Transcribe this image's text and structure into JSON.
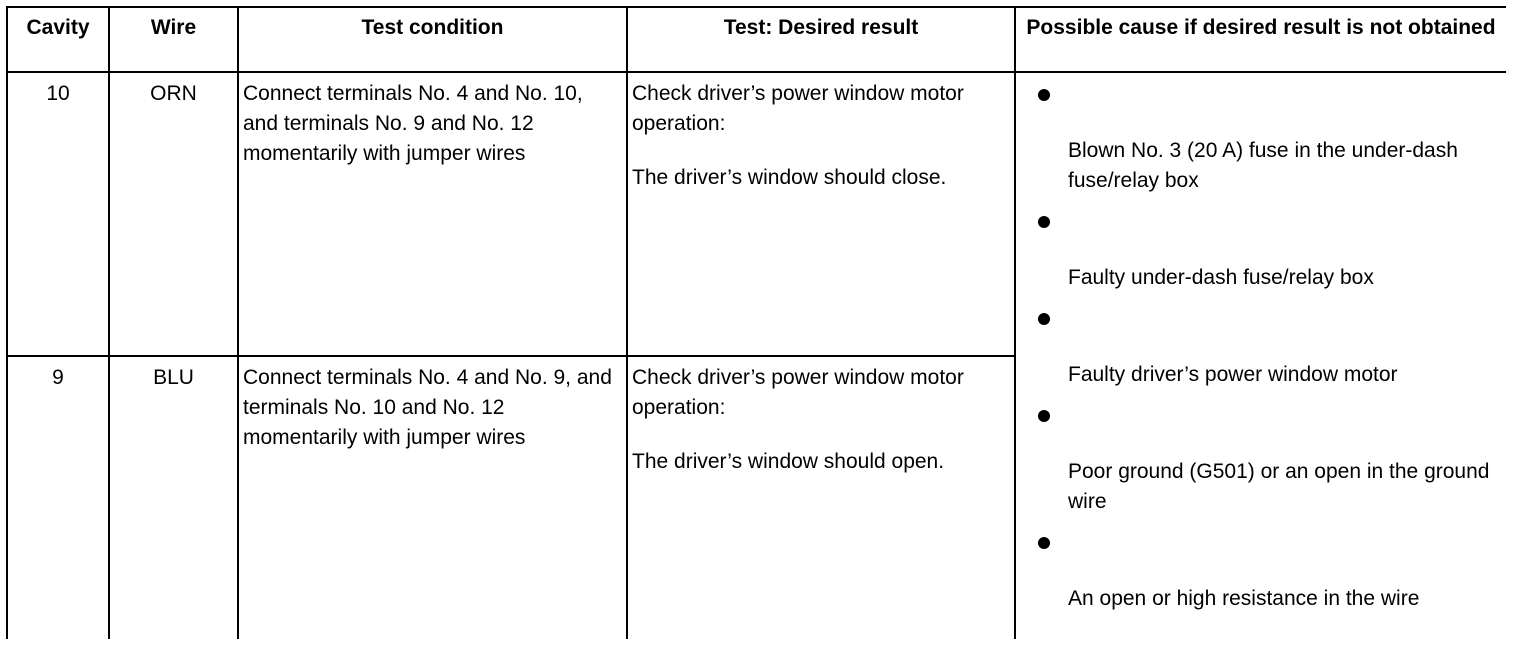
{
  "headers": {
    "cavity": "Cavity",
    "wire": "Wire",
    "test_condition": "Test condition",
    "desired_result": "Test: Desired result",
    "possible_cause": "Possible cause if desired result is not obtained"
  },
  "rows": [
    {
      "cavity": "10",
      "wire": "ORN",
      "test_condition": "Connect terminals No. 4 and No. 10,   and terminals No. 9 and No. 12   momentarily with jumper wires",
      "result_line1": "Check driver’s power window motor operation:",
      "result_line2": "The driver’s window should close."
    },
    {
      "cavity": "9",
      "wire": "BLU",
      "test_condition": "Connect terminals No. 4 and No. 9,   and terminals No. 10 and No. 12   momentarily with jumper wires",
      "result_line1": "Check driver’s power window motor operation:",
      "result_line2": "The driver’s window should open."
    }
  ],
  "possible_causes": [
    "Blown No. 3 (20 A) fuse in the under-dash fuse/relay box",
    "Faulty under-dash fuse/relay box",
    "Faulty driver’s power window motor",
    "Poor ground (G501) or an open in the ground wire",
    "An open or high resistance in the wire"
  ]
}
